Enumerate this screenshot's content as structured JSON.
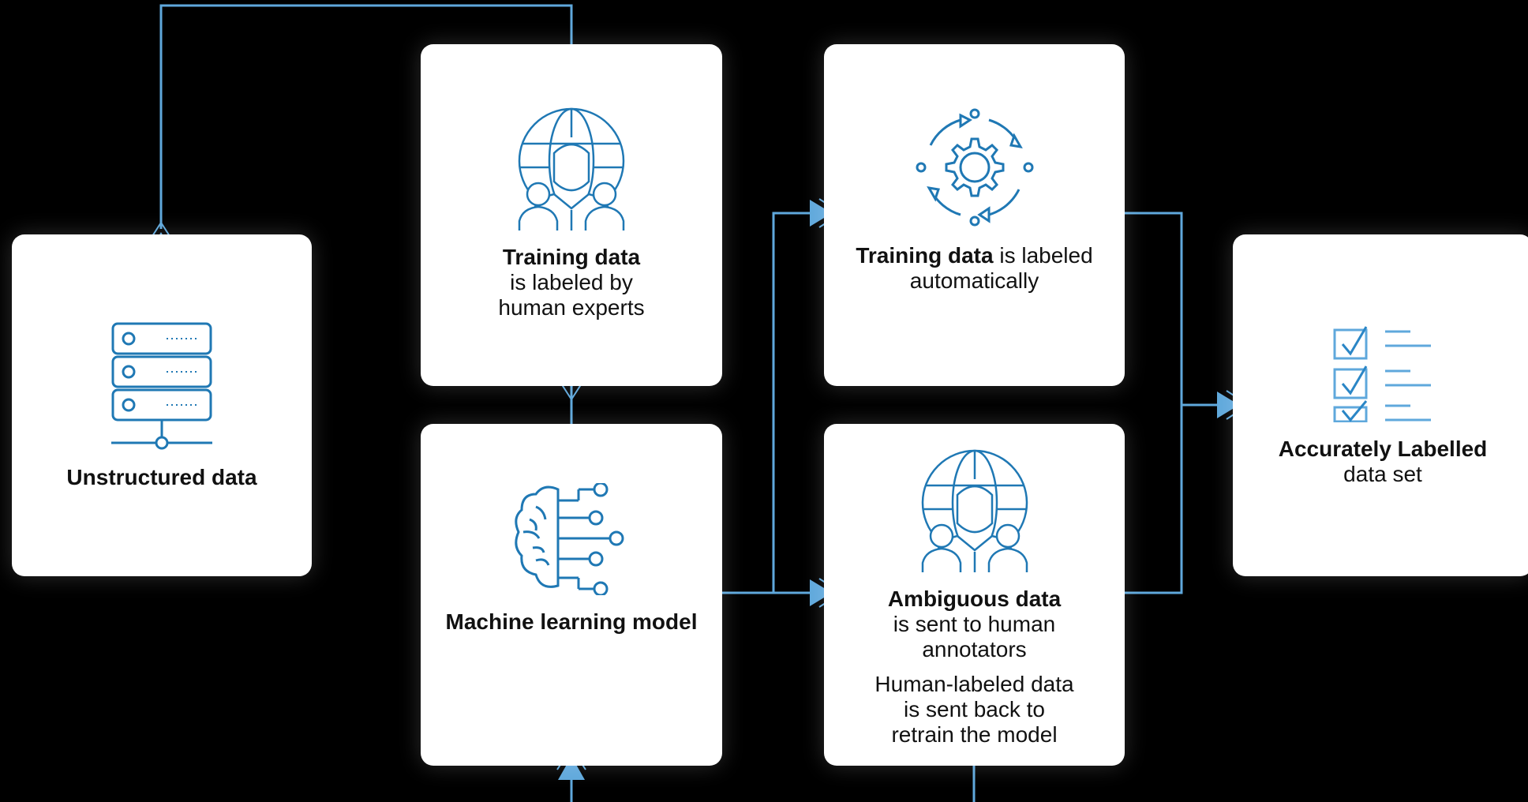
{
  "colors": {
    "accent": "#1f78b4",
    "arrow": "#5fa8dc",
    "background": "#000000",
    "card": "#ffffff"
  },
  "nodes": {
    "unstructured": {
      "title": "Unstructured data",
      "icon": "server-rack-icon"
    },
    "human_labeled": {
      "title": "Training data",
      "line1": "is labeled by",
      "line2": "human experts",
      "icon": "global-team-icon"
    },
    "auto_labeled": {
      "title": "Training data",
      "suffix": " is labeled",
      "line2": "automatically",
      "icon": "gear-cycle-icon"
    },
    "accurate": {
      "title": "Accurately Labelled",
      "line1": "data set",
      "icon": "checklist-icon"
    },
    "ml_model": {
      "title": "Machine learning model",
      "icon": "brain-circuit-icon"
    },
    "ambiguous": {
      "title": "Ambiguous data",
      "line1": "is sent to human",
      "line2": "annotators",
      "note1": "Human-labeled data",
      "note2": "is sent back to",
      "note3": "retrain the model",
      "icon": "global-team-icon"
    }
  }
}
